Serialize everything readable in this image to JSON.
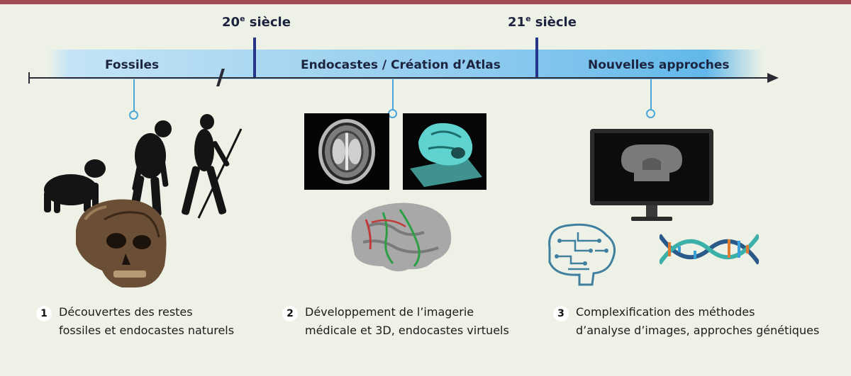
{
  "centuries": [
    "20",
    "e",
    " siècle",
    "21",
    "e",
    " siècle"
  ],
  "c20": {
    "num": "20",
    "sup": "e",
    "rest": " siècle"
  },
  "c21": {
    "num": "21",
    "sup": "e",
    "rest": " siècle"
  },
  "eras": {
    "fossils": "Fossiles",
    "endocasts": "Endocastes / Création d’Atlas",
    "new": "Nouvelles approches"
  },
  "captions": [
    {
      "num": "1",
      "line1": "Découvertes des restes",
      "line2": "fossiles et endocastes naturels"
    },
    {
      "num": "2",
      "line1": "Développement de l’imagerie",
      "line2": "médicale et 3D, endocastes virtuels"
    },
    {
      "num": "3",
      "line1": "Complexification des méthodes",
      "line2": "d’analyse d’images, approches génétiques"
    }
  ],
  "colors": {
    "accent_bar": "#a24a54",
    "timeline_band": "#8fcbef",
    "marker": "#26358a",
    "connector": "#4aa7d8"
  }
}
